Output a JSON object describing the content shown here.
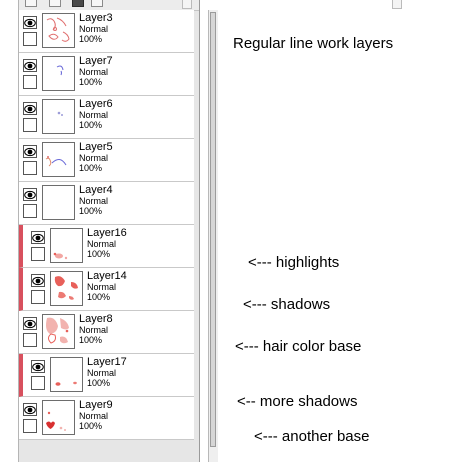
{
  "layers_panel": {
    "layers": [
      {
        "name": "Layer3",
        "mode": "Normal",
        "opacity": "100%",
        "clipped": false,
        "thumb": "lineart-red"
      },
      {
        "name": "Layer7",
        "mode": "Normal",
        "opacity": "100%",
        "clipped": false,
        "thumb": "lineart-blue"
      },
      {
        "name": "Layer6",
        "mode": "Normal",
        "opacity": "100%",
        "clipped": false,
        "thumb": "lineart-faint"
      },
      {
        "name": "Layer5",
        "mode": "Normal",
        "opacity": "100%",
        "clipped": false,
        "thumb": "lineart-mixed"
      },
      {
        "name": "Layer4",
        "mode": "Normal",
        "opacity": "100%",
        "clipped": false,
        "thumb": "blank"
      },
      {
        "name": "Layer16",
        "mode": "Normal",
        "opacity": "100%",
        "clipped": true,
        "thumb": "highlights"
      },
      {
        "name": "Layer14",
        "mode": "Normal",
        "opacity": "100%",
        "clipped": true,
        "thumb": "shadows"
      },
      {
        "name": "Layer8",
        "mode": "Normal",
        "opacity": "100%",
        "clipped": false,
        "thumb": "base"
      },
      {
        "name": "Layer17",
        "mode": "Normal",
        "opacity": "100%",
        "clipped": true,
        "thumb": "more-shadows"
      },
      {
        "name": "Layer9",
        "mode": "Normal",
        "opacity": "100%",
        "clipped": false,
        "thumb": "another-base"
      }
    ]
  },
  "annotations": {
    "regular": "Regular line work layers",
    "highlights": "<--- highlights",
    "shadows": "<--- shadows",
    "hair_color_base": "<--- hair color base",
    "more_shadows": "<-- more shadows",
    "another_base": "<--- another base"
  },
  "colors": {
    "clip_marker": "#d8505e",
    "paint": "#e8605a"
  }
}
